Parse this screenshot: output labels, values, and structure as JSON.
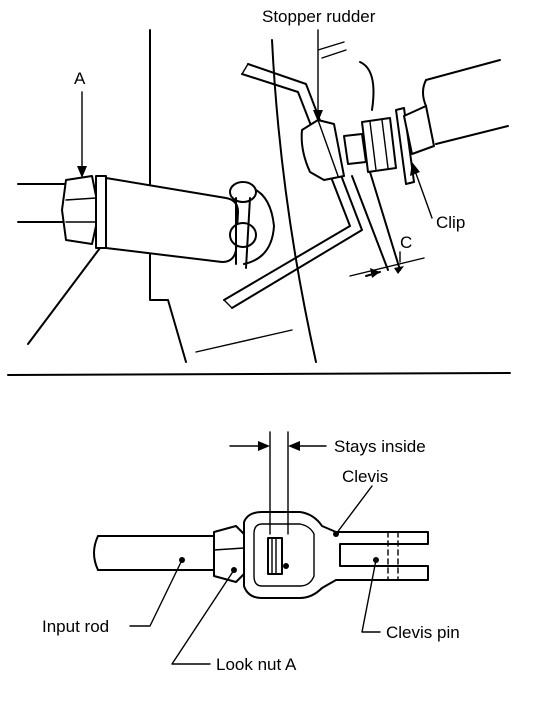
{
  "top": {
    "labels": {
      "a": "A",
      "stopper": "Stopper rudder",
      "clip": "Clip",
      "c": "C"
    }
  },
  "bottom": {
    "labels": {
      "stays": "Stays inside",
      "clevis": "Clevis",
      "input_rod": "Input rod",
      "clevis_pin": "Clevis pin",
      "lock_nut": "Look nut A"
    }
  },
  "colors": {
    "ink": "#000000",
    "paper": "#ffffff"
  }
}
